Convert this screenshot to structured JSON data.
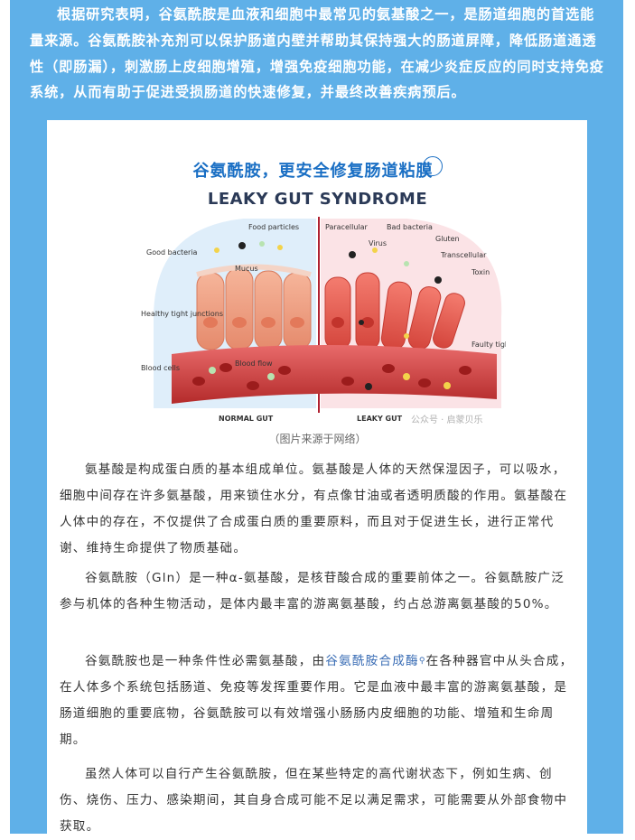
{
  "intro": {
    "text": "根据研究表明，谷氨酰胺是血液和细胞中最常见的氨基酸之一，是肠道细胞的首选能量来源。谷氨酰胺补充剂可以保护肠道内壁并帮助其保持强大的肠道屏障，降低肠道通透性（即肠漏），刺激肠上皮细胞增殖，增强免疫细胞功能，在减少炎症反应的同时支持免疫系统，从而有助于促进受损肠道的快速修复，并最终改善疾病预后。"
  },
  "figure": {
    "title": "谷氨酰胺，更安全修复肠道粘膜",
    "subtitle": "LEAKY GUT SYNDROME",
    "labels": {
      "food_particles": "Food particles",
      "good_bacteria": "Good bacteria",
      "mucus": "Mucus",
      "healthy_tight_junctions": "Healthy tight junctions",
      "blood_cells": "Blood cells",
      "blood_flow": "Blood flow",
      "normal_gut": "NORMAL GUT",
      "paracellular": "Paracellular",
      "bad_bacteria": "Bad bacteria",
      "gluten": "Gluten",
      "virus": "Virus",
      "transcellular": "Transcellular",
      "toxin": "Toxin",
      "faulty_tight_junctions": "Faulty tight junctions",
      "leaky_gut": "LEAKY GUT"
    },
    "watermark": "公众号 · 启蒙贝乐",
    "caption": "（图片来源于网络）"
  },
  "paragraphs": {
    "p1": "氨基酸是构成蛋白质的基本组成单位。氨基酸是人体的天然保湿因子，可以吸水，细胞中间存在许多氨基酸，用来锁住水分，有点像甘油或者透明质酸的作用。氨基酸在人体中的存在，不仅提供了合成蛋白质的重要原料，而且对于促进生长，进行正常代谢、维持生命提供了物质基础。",
    "p2": "谷氨酰胺（Gln）是一种α-氨基酸，是核苷酸合成的重要前体之一。谷氨酰胺广泛参与机体的各种生物活动，是体内最丰富的游离氨基酸，约占总游离氨基酸的50%。",
    "p3_before": "谷氨酰胺也是一种条件性必需氨基酸，由",
    "p3_link": "谷氨酰胺合成酶",
    "p3_after": "在各种器官中从头合成，在人体多个系统包括肠道、免疫等发挥重要作用。它是血液中最丰富的游离氨基酸，是肠道细胞的重要底物，谷氨酰胺可以有效增强小肠肠内皮细胞的功能、增殖和生命周期。",
    "p4": "虽然人体可以自行产生谷氨酰胺，但在某些特定的高代谢状态下，例如生病、创伤、烧伤、压力、感染期间，其自身合成可能不足以满足需求，可能需要从外部食物中获取。"
  },
  "colors": {
    "banner": "#5fb0e8",
    "title_blue": "#1a6fc4",
    "link": "#3a6db5"
  }
}
